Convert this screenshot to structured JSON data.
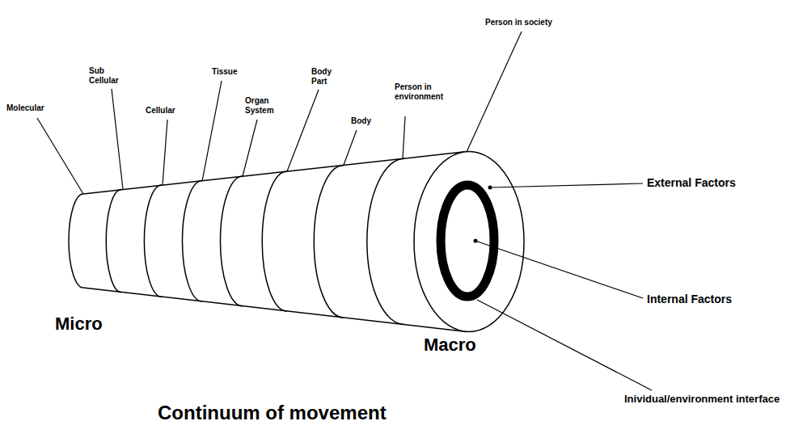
{
  "diagram": {
    "caption": "Continuum of movement",
    "labels": [
      "Molecular",
      "Sub Cellular",
      "Cellular",
      "Tissue",
      "Organ System",
      "Body Part",
      "Body",
      "Person in environment",
      "Person in society",
      "External Factors",
      "Internal Factors",
      "Inividual/environment interface",
      "Micro",
      "Macro"
    ]
  }
}
